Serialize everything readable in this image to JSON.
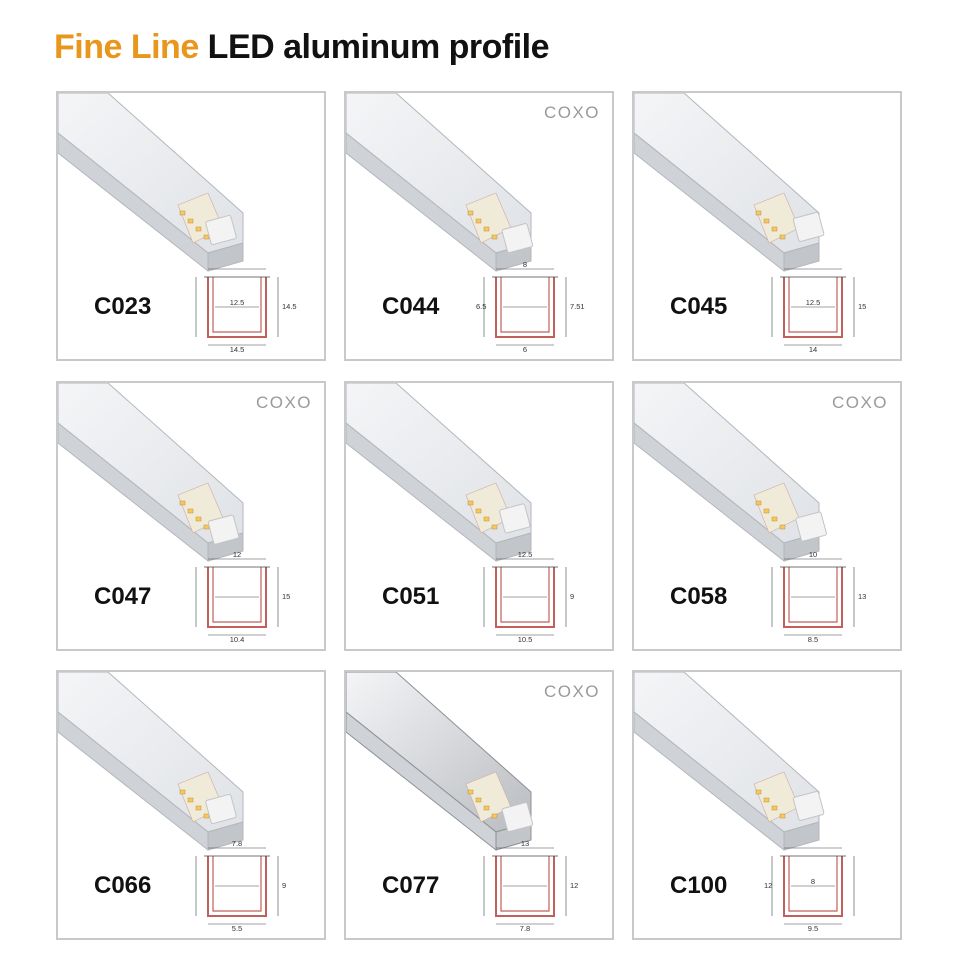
{
  "title": {
    "accent": "Fine Line",
    "rest": " LED aluminum profile"
  },
  "colors": {
    "accent": "#e8961c",
    "card_border": "#c9c9c9",
    "diagram_line": "#c0605a"
  },
  "products": [
    {
      "code": "C023",
      "brand": "",
      "dims": {
        "top": "",
        "bottom": "14.5",
        "inner": "12.5",
        "height": "14.5",
        "height_left": ""
      }
    },
    {
      "code": "C044",
      "brand": "COXO",
      "dims": {
        "top": "8",
        "bottom": "6",
        "inner": "",
        "height": "7.51",
        "height_left": "6.5"
      }
    },
    {
      "code": "C045",
      "brand": "",
      "dims": {
        "top": "",
        "bottom": "14",
        "inner": "12.5",
        "height": "15",
        "height_left": ""
      }
    },
    {
      "code": "C047",
      "brand": "COXO",
      "dims": {
        "top": "12",
        "bottom": "10.4",
        "inner": "",
        "height": "15",
        "height_left": ""
      }
    },
    {
      "code": "C051",
      "brand": "",
      "dims": {
        "top": "12.5",
        "bottom": "10.5",
        "inner": "",
        "height": "9",
        "height_left": ""
      }
    },
    {
      "code": "C058",
      "brand": "COXO",
      "dims": {
        "top": "10",
        "bottom": "8.5",
        "inner": "",
        "height": "13",
        "height_left": ""
      }
    },
    {
      "code": "C066",
      "brand": "",
      "dims": {
        "top": "7.8",
        "bottom": "5.5",
        "inner": "",
        "height": "9",
        "height_left": ""
      }
    },
    {
      "code": "C077",
      "brand": "COXO",
      "dims": {
        "top": "13",
        "bottom": "7.8",
        "inner": "",
        "height": "12",
        "height_left": ""
      }
    },
    {
      "code": "C100",
      "brand": "",
      "dims": {
        "top": "",
        "bottom": "9.5",
        "inner": "8",
        "height": "",
        "height_left": "12"
      }
    }
  ]
}
